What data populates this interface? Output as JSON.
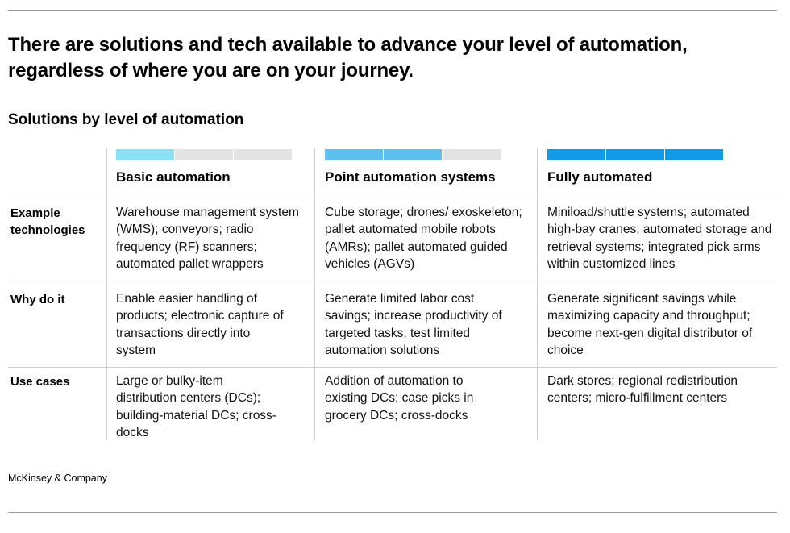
{
  "title": "There are solutions and tech available to advance your level of automation, regardless of where you are on your journey.",
  "subtitle": "Solutions by level of automation",
  "colors": {
    "segment_empty": "#e3e3e3",
    "basic": "#8be0f3",
    "point": "#5ec0ee",
    "full": "#139ae6"
  },
  "columns": [
    {
      "label": "Basic automation",
      "level": 1
    },
    {
      "label": "Point automation systems",
      "level": 2
    },
    {
      "label": "Fully automated",
      "level": 3
    }
  ],
  "rows": [
    {
      "label": "Example technologies",
      "cells": [
        "Warehouse management system (WMS); conveyors; radio frequency (RF) scanners; automated pallet wrappers",
        "Cube storage; drones/ exoskeleton; pallet automated mobile robots (AMRs); pallet automated guided vehicles (AGVs)",
        "Miniload/shuttle systems; automated high-bay cranes; automated storage and retrieval systems; integrated pick arms within customized lines"
      ]
    },
    {
      "label": "Why do it",
      "cells": [
        "Enable easier handling of products; electronic capture of transactions directly into system",
        "Generate limited labor cost savings; increase productivity of targeted tasks; test limited automation solutions",
        "Generate significant savings while maximizing capacity and throughput; become next-gen digital distributor of choice"
      ]
    },
    {
      "label": "Use cases",
      "cells": [
        "Large or bulky-item distribution centers (DCs); building-material DCs; cross-docks",
        "Addition of automation to existing DCs; case picks in grocery DCs; cross-docks",
        "Dark stores; regional redistribution centers; micro-fulfillment centers"
      ]
    }
  ],
  "footer": "McKinsey & Company"
}
